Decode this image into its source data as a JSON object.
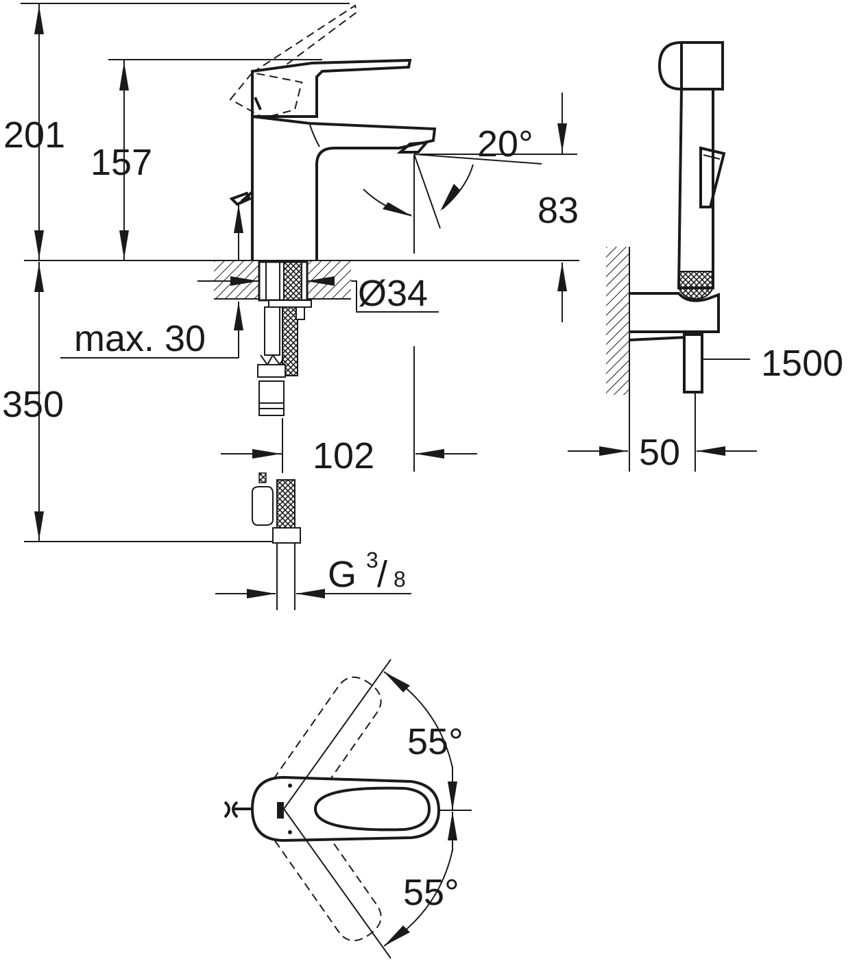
{
  "dimensions": {
    "total_height": "201",
    "lever_height": "157",
    "spout_angle": "20°",
    "spout_height": "83",
    "hole_diameter": "Ø34",
    "max_deck_thickness": "max. 30",
    "hose_length_under": "350",
    "spout_reach": "102",
    "hose_length": "1500",
    "holder_offset": "50",
    "thread_G": "G",
    "thread_num": "3",
    "thread_slash": "/",
    "thread_den": "8",
    "lever_angle_top": "55°",
    "lever_angle_bottom": "55°"
  },
  "colors": {
    "line": "#1a1a1a",
    "background": "#ffffff"
  },
  "icons": [
    "hatch-pattern",
    "arrow-head"
  ]
}
